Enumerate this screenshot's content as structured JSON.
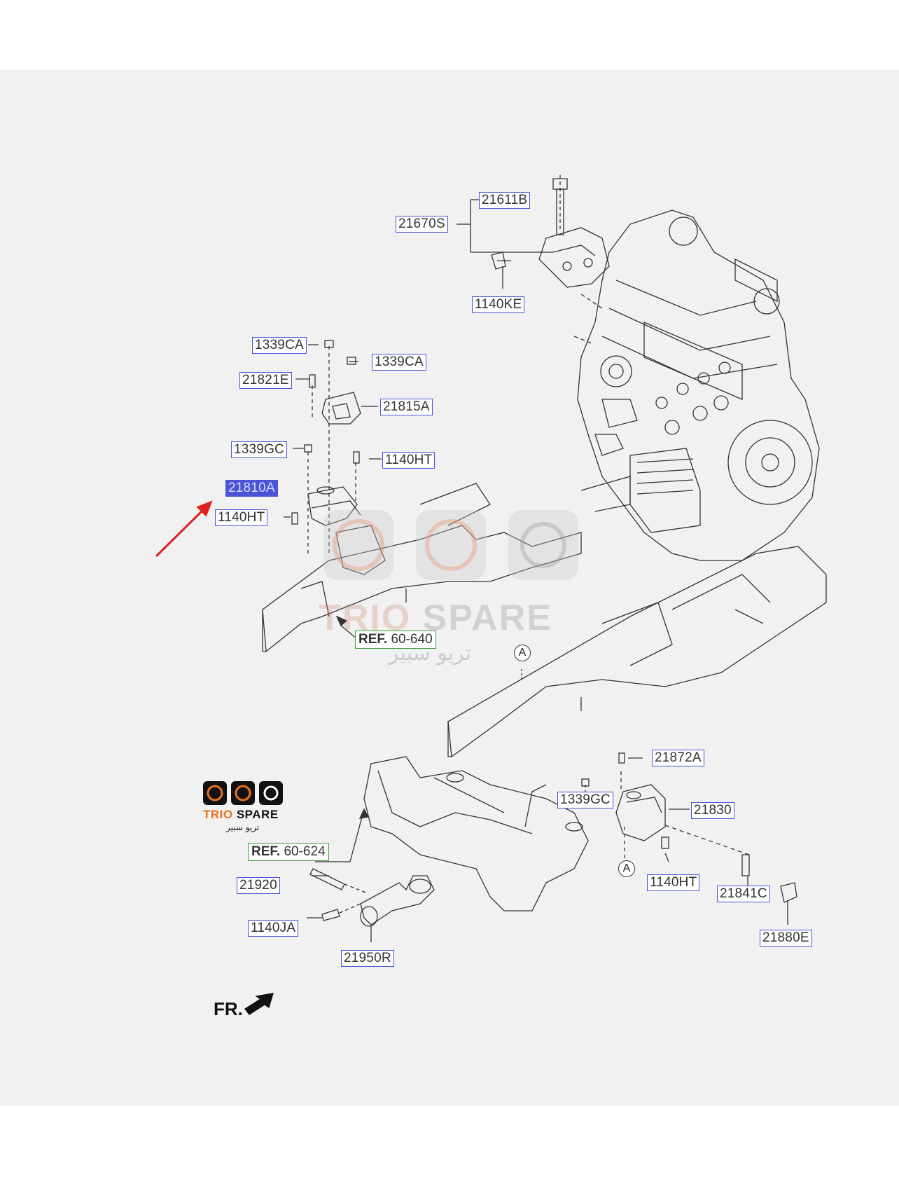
{
  "diagram": {
    "parts": {
      "p21611B": "21611B",
      "p21670S": "21670S",
      "p1140KE": "1140KE",
      "p1339CA_a": "1339CA",
      "p1339CA_b": "1339CA",
      "p21821E": "21821E",
      "p21815A": "21815A",
      "p1339GC_a": "1339GC",
      "p1140HT_a": "1140HT",
      "p21810A": "21810A",
      "p1140HT_b": "1140HT",
      "p21872A": "21872A",
      "p1339GC_b": "1339GC",
      "p21830": "21830",
      "p1140HT_c": "1140HT",
      "p21841C": "21841C",
      "p21880E": "21880E",
      "p21920": "21920",
      "p1140JA": "1140JA",
      "p21950R": "21950R"
    },
    "refs": {
      "r1_prefix": "REF.",
      "r1_code": "60-640",
      "r2_prefix": "REF.",
      "r2_code": "60-624"
    },
    "markers": {
      "a_top": "A",
      "a_bottom": "A"
    },
    "front_label": "FR.",
    "selected_part": "21810A",
    "highlight_color": "#4a55d6",
    "arrow_color": "#e02020"
  },
  "watermark": {
    "brand_a": "TRIO",
    "brand_b": "SPARE",
    "arabic": "تريو سبير"
  },
  "logo": {
    "brand_a": "TRIO",
    "brand_b": "SPARE",
    "arabic": "تريو سبير"
  }
}
